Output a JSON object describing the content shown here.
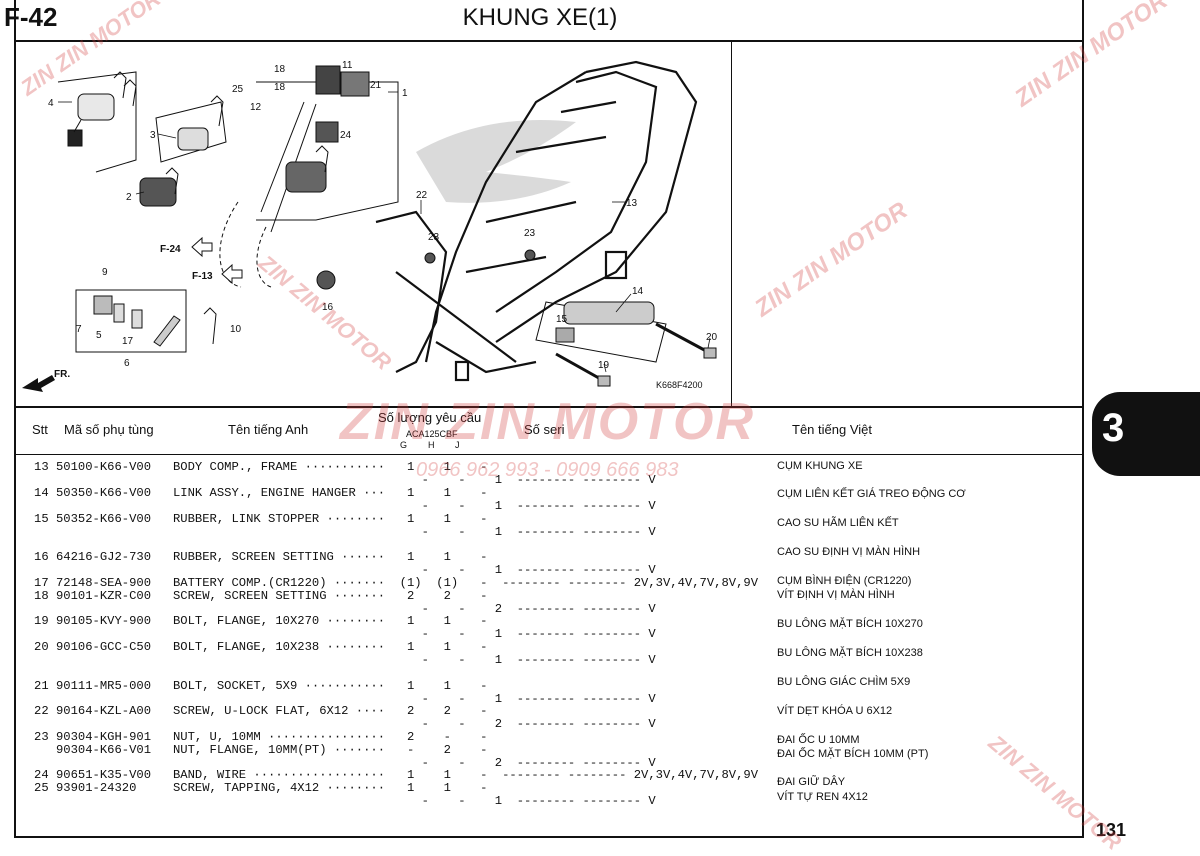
{
  "header": {
    "page_id": "F-42",
    "title": "KHUNG XE(1)"
  },
  "diagram": {
    "code": "K668F4200",
    "callouts": [
      "1",
      "2",
      "3",
      "4",
      "5",
      "6",
      "7",
      "9",
      "10",
      "11",
      "12",
      "13",
      "14",
      "15",
      "16",
      "17",
      "18",
      "18",
      "19",
      "20",
      "21",
      "22",
      "23",
      "23",
      "24",
      "25"
    ],
    "refs": [
      "F-24",
      "F-13"
    ],
    "front_label": "FR."
  },
  "table": {
    "headers": {
      "stt": "Stt",
      "part_no": "Mã số phụ tùng",
      "english": "Tên tiếng Anh",
      "qty": "Số lượng yêu cầu",
      "qty_model": "ACA125CBF",
      "qty_g": "G",
      "qty_h": "H",
      "qty_j": "J",
      "serial": "Số seri",
      "vietnamese": "Tên tiếng Việt"
    },
    "rows": [
      {
        "line1": "13 50100-K66-V00   BODY COMP., FRAME ···········   1    1    -",
        "line2": "                                                     -    -    1  -------- -------- V",
        "viet": [
          "CỤM KHUNG XE"
        ]
      },
      {
        "line1": "14 50350-K66-V00   LINK ASSY., ENGINE HANGER ···   1    1    -",
        "line2": "                                                     -    -    1  -------- -------- V",
        "viet": [
          "CỤM LIÊN KẾT GIÁ TREO ĐỘNG CƠ"
        ]
      },
      {
        "line1": "15 50352-K66-V00   RUBBER, LINK STOPPER ········   1    1    -",
        "line2": "                                                     -    -    1  -------- -------- V",
        "viet": [
          "CAO SU HÃM LIÊN KẾT"
        ]
      },
      {
        "line1": "16 64216-GJ2-730   RUBBER, SCREEN SETTING ······   1    1    -",
        "line2": "                                                     -    -    1  -------- -------- V",
        "viet": [
          "CAO SU ĐỊNH VỊ MÀN HÌNH"
        ]
      },
      {
        "line1": "17 72148-SEA-900   BATTERY COMP.(CR1220) ·······  (1)  (1)   -  -------- -------- 2V,3V,4V,7V,8V,9V",
        "line2": "18 90101-KZR-C00   SCREW, SCREEN SETTING ·······   2    2    -",
        "line3": "                                                     -    -    2  -------- -------- V",
        "viet": [
          "CỤM BÌNH ĐIỆN (CR1220)",
          "VÍT ĐỊNH VỊ MÀN HÌNH"
        ]
      },
      {
        "line1": "19 90105-KVY-900   BOLT, FLANGE, 10X270 ········   1    1    -",
        "line2": "                                                     -    -    1  -------- -------- V",
        "viet": [
          "BU LÔNG MẶT BÍCH 10X270"
        ]
      },
      {
        "line1": "20 90106-GCC-C50   BOLT, FLANGE, 10X238 ········   1    1    -",
        "line2": "                                                     -    -    1  -------- -------- V",
        "viet": [
          "BU LÔNG MẶT BÍCH 10X238"
        ]
      },
      {
        "line1": "21 90111-MR5-000   BOLT, SOCKET, 5X9 ···········   1    1    -",
        "line2": "                                                     -    -    1  -------- -------- V",
        "viet": [
          "BU LÔNG GIÁC CHÌM 5X9"
        ]
      },
      {
        "line1": "22 90164-KZL-A00   SCREW, U-LOCK FLAT, 6X12 ····   2    2    -",
        "line2": "                                                     -    -    2  -------- -------- V",
        "viet": [
          "VÍT DẸT KHÓA U 6X12"
        ]
      },
      {
        "line1": "23 90304-KGH-901   NUT, U, 10MM ················   2    -    -",
        "line2": "   90304-K66-V01   NUT, FLANGE, 10MM(PT) ·······   -    2    -",
        "line3": "                                                     -    -    2  -------- -------- V",
        "viet": [
          "ĐAI ỐC U 10MM",
          "ĐAI ỐC MẶT BÍCH 10MM (PT)"
        ]
      },
      {
        "line1": "24 90651-K35-V00   BAND, WIRE ··················   1    1    -  -------- -------- 2V,3V,4V,7V,8V,9V",
        "line2": "25 93901-24320     SCREW, TAPPING, 4X12 ········   1    1    -",
        "line3": "                                                     -    -    1  -------- -------- V",
        "viet": [
          "ĐAI GIỮ DÂY",
          "VÍT TỰ REN 4X12"
        ]
      }
    ]
  },
  "side_tab": {
    "label": "3"
  },
  "page_number": "131",
  "watermark": {
    "brand": "ZIN ZIN MOTOR",
    "phone": "0966 962 993 - 0909 666 983"
  }
}
